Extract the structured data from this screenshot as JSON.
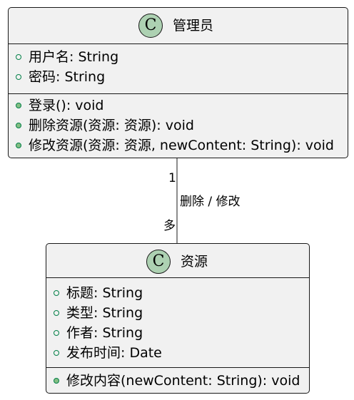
{
  "admin_class": {
    "stereotype_letter": "C",
    "name": "管理员",
    "fields": [
      "用户名: String",
      "密码: String"
    ],
    "methods": [
      "登录(): void",
      "删除资源(资源: 资源): void",
      "修改资源(资源: 资源, newContent: String): void"
    ]
  },
  "resource_class": {
    "stereotype_letter": "C",
    "name": "资源",
    "fields": [
      "标题: String",
      "类型: String",
      "作者: String",
      "发布时间: Date"
    ],
    "methods": [
      "修改内容(newContent: String): void"
    ]
  },
  "association": {
    "label": "删除 / 修改",
    "source_multiplicity": "1",
    "target_multiplicity": "多"
  },
  "colors": {
    "box_fill": "#f1f1f1",
    "border": "#181818",
    "badge_fill": "#add1b2",
    "field_marker": "#038048",
    "method_marker": "#84be84"
  }
}
